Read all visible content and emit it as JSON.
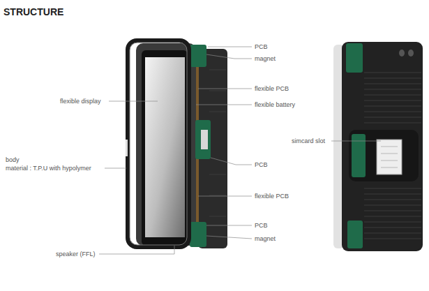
{
  "diagram": {
    "title": "STRUCTURE",
    "labels": [
      "flexible display",
      "body",
      "material : T.P.U with hypolymer",
      "speaker (FFL)",
      "PCB",
      "magnet",
      "flexible PCB",
      "flexible battery",
      "PCB",
      "flexible PCB",
      "PCB",
      "magnet",
      "simcard slot"
    ]
  }
}
